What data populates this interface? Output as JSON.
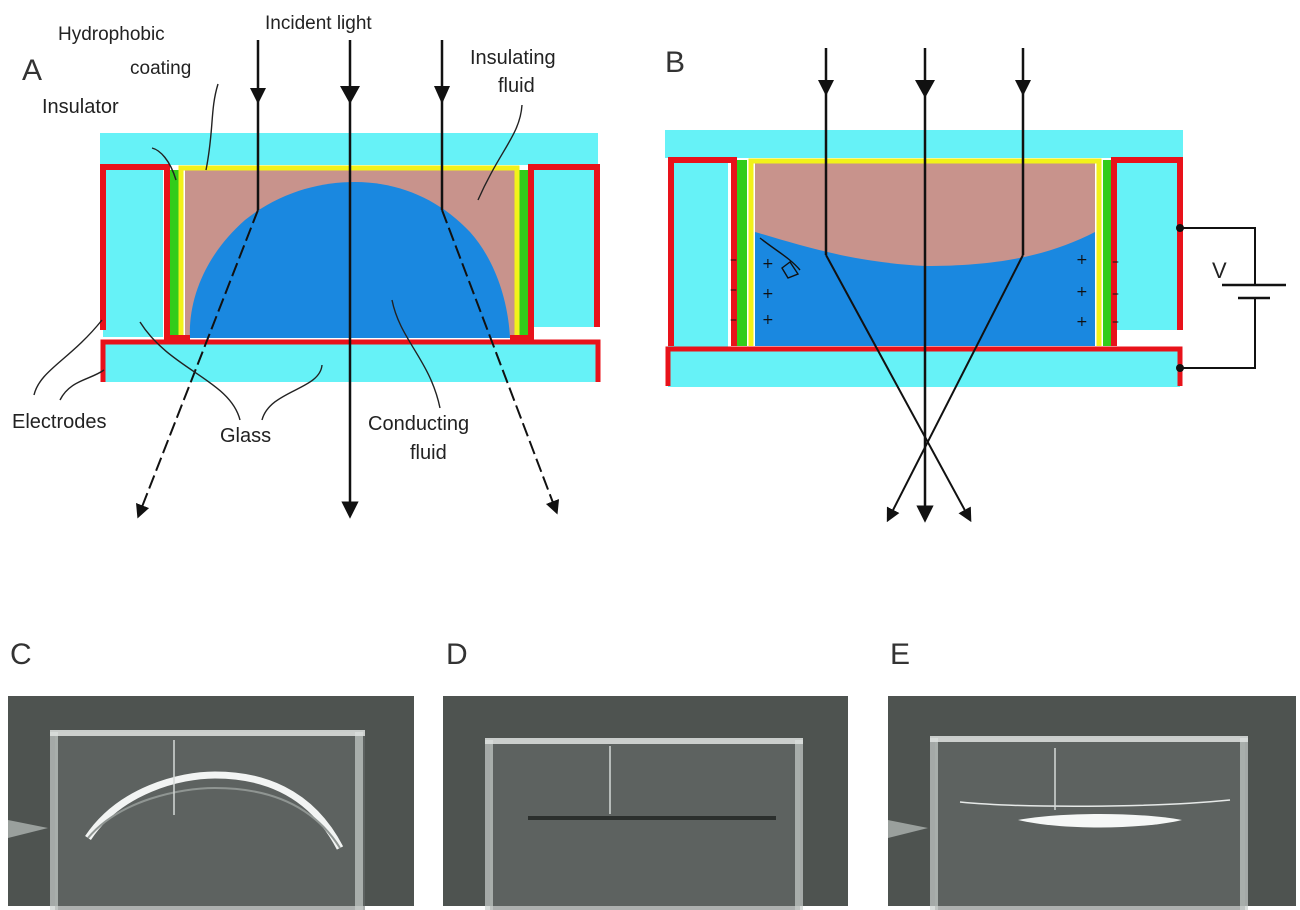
{
  "panels": {
    "a": "A",
    "b": "B",
    "c": "C",
    "d": "D",
    "e": "E"
  },
  "labels": {
    "hydrophobic_line1": "Hydrophobic",
    "hydrophobic_line2": "coating",
    "insulator": "Insulator",
    "incident_light": "Incident light",
    "insulating_line1": "Insulating",
    "insulating_line2": "fluid",
    "electrodes": "Electrodes",
    "glass": "Glass",
    "conducting_line1": "Conducting",
    "conducting_line2": "fluid",
    "voltage": "V"
  },
  "colors": {
    "glass": "#66f2f7",
    "electrode": "#e8121a",
    "insulator": "#33cc1a",
    "hydrophobic": "#f2f21a",
    "insulating_fluid": "#c8938c",
    "conducting_fluid": "#1a88e0",
    "photo_bg": "#4e5350"
  }
}
